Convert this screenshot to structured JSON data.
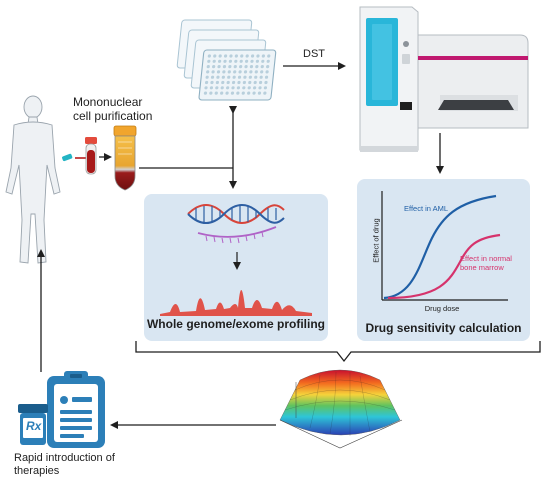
{
  "labels": {
    "purification": "Mononuclear cell purification",
    "dst": "DST",
    "genome_profiling": "Whole genome/exome profiling",
    "drug_sensitivity": "Drug sensitivity calculation",
    "rapid_intro": "Rapid introduction of therapies",
    "rx": "Rx"
  },
  "chart_data": {
    "type": "line",
    "xlabel": "Drug dose",
    "ylabel": "Effect of drug",
    "series": [
      {
        "name": "Effect in AML",
        "color": "#1f5fa6"
      },
      {
        "name": "Effect in normal bone marrow",
        "color": "#d6336c"
      }
    ]
  },
  "colors": {
    "panel": "#d9e6f2",
    "dna_red": "#d8443a",
    "dna_blue": "#2e5fa3",
    "rna_purple": "#b063c7",
    "profile_red": "#e0534a",
    "aml_curve": "#1f5fa6",
    "normal_curve": "#d6336c",
    "machine_teal": "#29b6d9"
  },
  "icons": [
    "person-icon",
    "blood-tube-icon",
    "falcon-tube-icon",
    "well-plate-stack-icon",
    "dst-machine-icon",
    "dna-helix-icon",
    "rna-strand-icon",
    "genome-profile-icon",
    "surface-plot-icon",
    "clipboard-icon",
    "pill-bottle-icon"
  ]
}
